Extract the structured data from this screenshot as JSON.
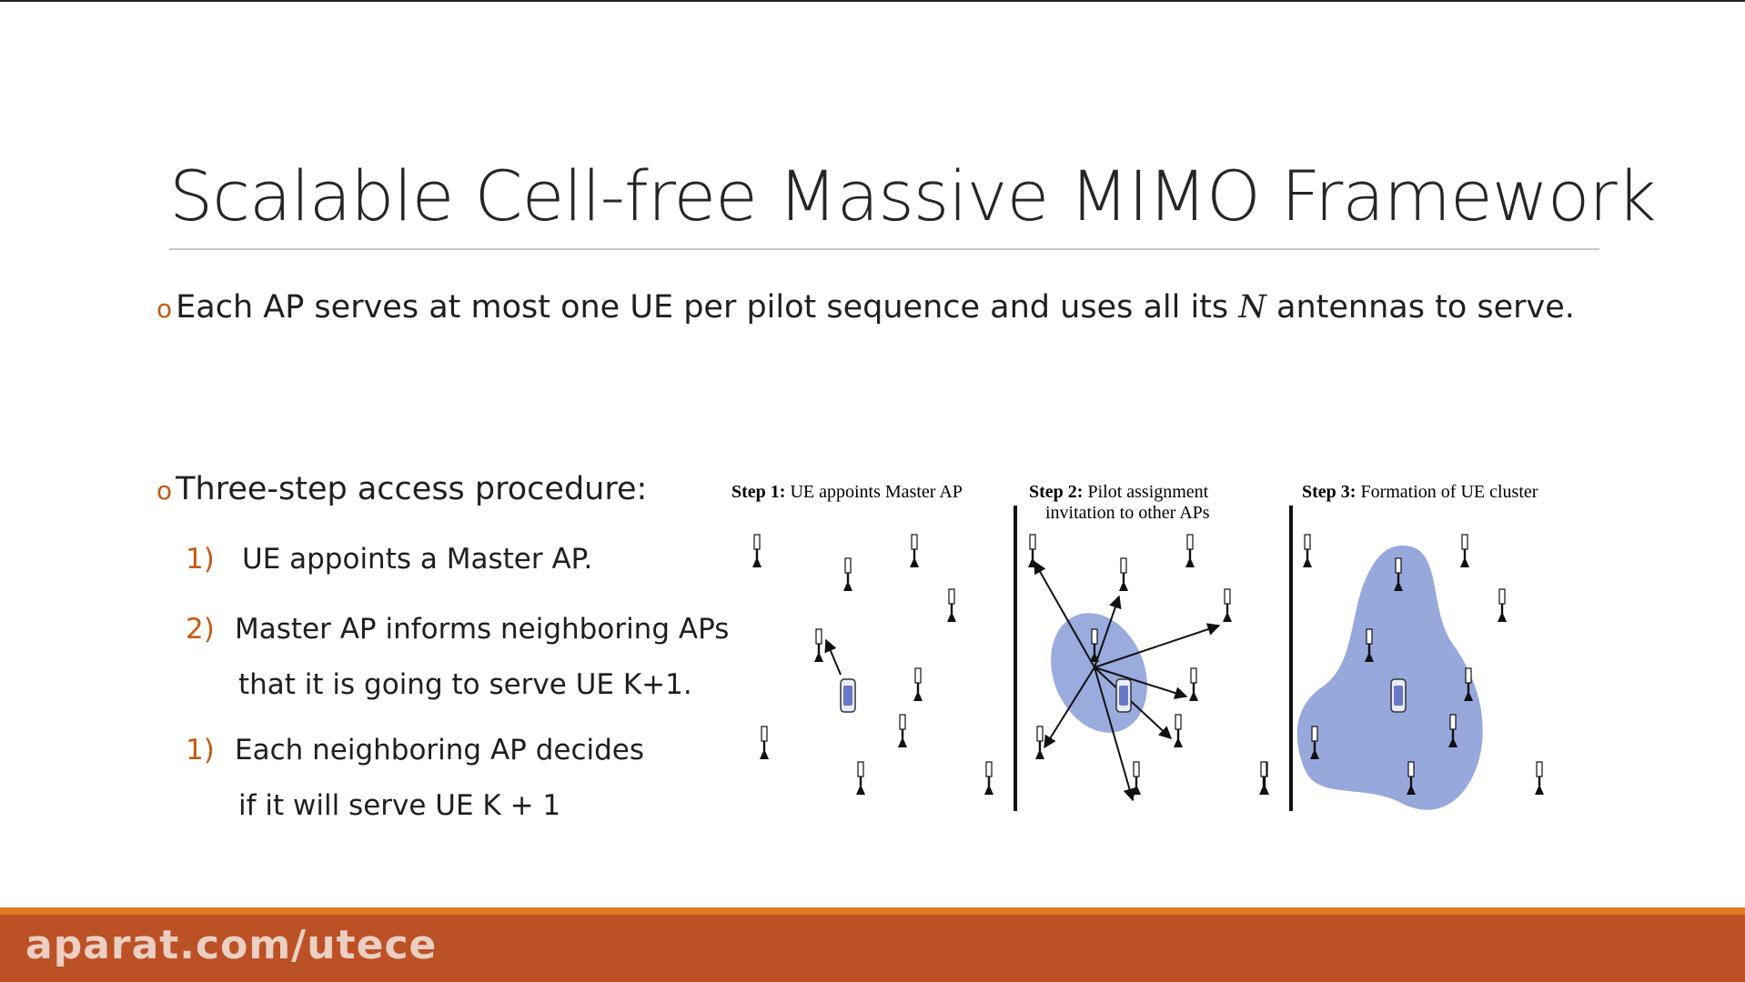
{
  "slide": {
    "title": "Scalable Cell-free Massive MIMO Framework",
    "bullets": {
      "b1": {
        "mark": "o",
        "text_before": "Each AP serves at most one UE per pilot sequence and uses all its ",
        "math": "N",
        "text_after": " antennas to serve."
      },
      "b2": {
        "mark": "o",
        "text": "Three-step access procedure:"
      }
    },
    "steps": [
      {
        "num": "1)",
        "line1": "UE appoints a Master AP."
      },
      {
        "num": "2)",
        "line1": "Master AP informs neighboring APs",
        "line2": "that it is going to serve UE K+1."
      },
      {
        "num": "1)",
        "line1": "Each neighboring AP decides",
        "line2": "if it will serve UE K + 1"
      }
    ]
  },
  "figure": {
    "panels": [
      {
        "step_label": "Step 1:",
        "caption": " UE appoints Master AP"
      },
      {
        "step_label": "Step 2:",
        "caption": " Pilot assignment",
        "caption_line2": "invitation to other APs"
      },
      {
        "step_label": "Step 3:",
        "caption": " Formation of UE cluster"
      }
    ],
    "colors": {
      "cluster": "#8c9fd8",
      "antenna": "#111111",
      "ue": "#6677cc"
    }
  },
  "footer": {
    "watermark": "aparat.com/utece",
    "colors": {
      "bar": "#bc5125",
      "accent": "#e07b24"
    }
  }
}
